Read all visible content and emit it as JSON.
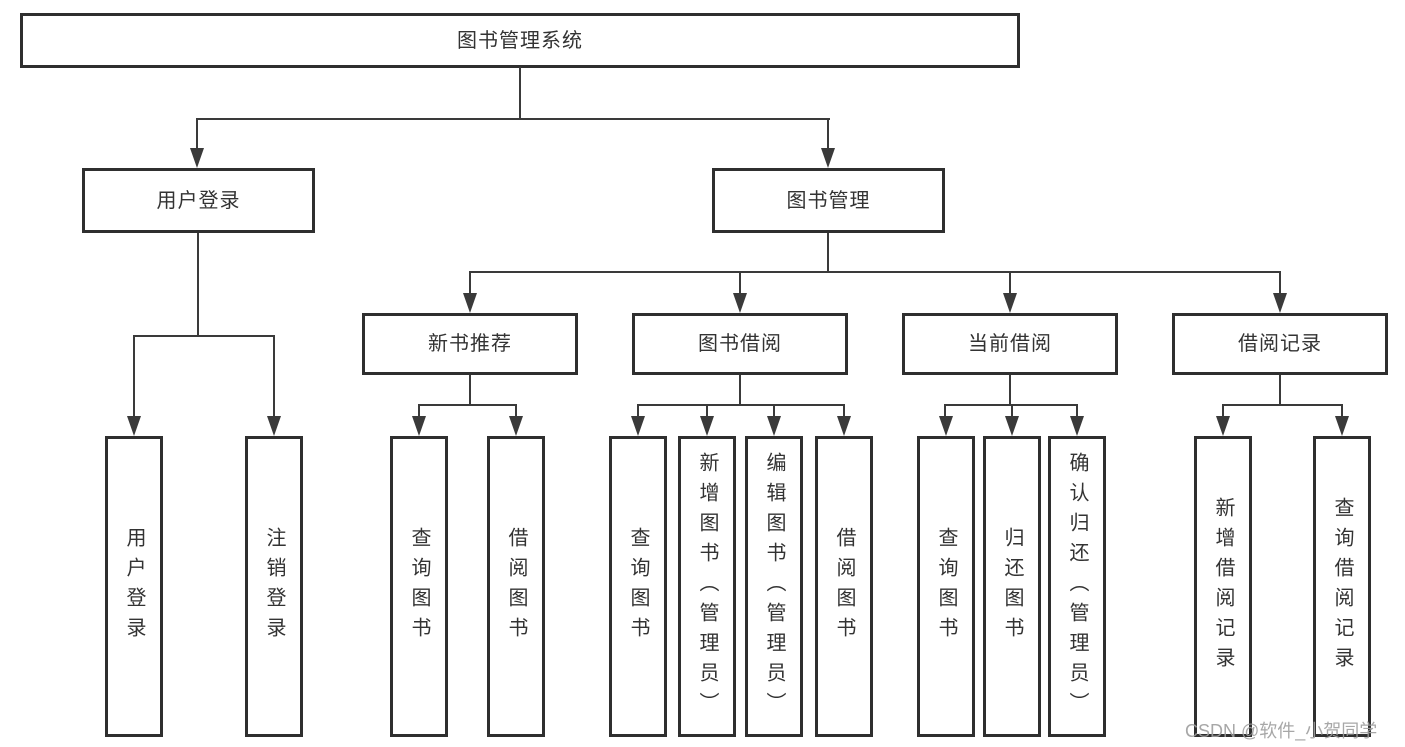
{
  "meta": {
    "watermark": "CSDN @软件_小贺同学"
  },
  "palette": {
    "line": "#3a3a3a",
    "border": "#2f2f2f",
    "fill": "#ffffff",
    "text": "#333333",
    "watermark": "#9e9e9e",
    "background": "#ffffff"
  },
  "tree": {
    "root": {
      "label": "图书管理系统"
    },
    "branches": [
      {
        "label": "用户登录",
        "children": [
          {
            "label": "用户登录"
          },
          {
            "label": "注销登录"
          }
        ]
      },
      {
        "label": "图书管理",
        "sections": [
          {
            "label": "新书推荐",
            "children": [
              {
                "label": "查询图书"
              },
              {
                "label": "借阅图书"
              }
            ]
          },
          {
            "label": "图书借阅",
            "children": [
              {
                "label": "查询图书"
              },
              {
                "label": "新增图书（管理员）"
              },
              {
                "label": "编辑图书（管理员）"
              },
              {
                "label": "借阅图书"
              }
            ]
          },
          {
            "label": "当前借阅",
            "children": [
              {
                "label": "查询图书"
              },
              {
                "label": "归还图书"
              },
              {
                "label": "确认归还（管理员）"
              }
            ]
          },
          {
            "label": "借阅记录",
            "children": [
              {
                "label": "新增借阅记录"
              },
              {
                "label": "查询借阅记录"
              }
            ]
          }
        ]
      }
    ]
  }
}
